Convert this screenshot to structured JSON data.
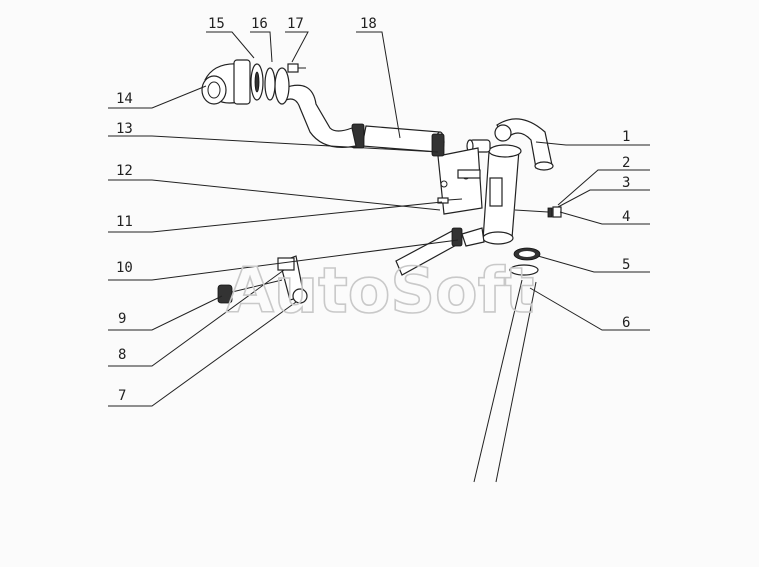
{
  "callouts": [
    {
      "id": "1",
      "label": "1"
    },
    {
      "id": "2",
      "label": "2"
    },
    {
      "id": "3",
      "label": "3"
    },
    {
      "id": "4",
      "label": "4"
    },
    {
      "id": "5",
      "label": "5"
    },
    {
      "id": "6",
      "label": "6"
    },
    {
      "id": "7",
      "label": "7"
    },
    {
      "id": "8",
      "label": "8"
    },
    {
      "id": "9",
      "label": "9"
    },
    {
      "id": "10",
      "label": "10"
    },
    {
      "id": "11",
      "label": "11"
    },
    {
      "id": "12",
      "label": "12"
    },
    {
      "id": "13",
      "label": "13"
    },
    {
      "id": "14",
      "label": "14"
    },
    {
      "id": "15",
      "label": "15"
    },
    {
      "id": "16",
      "label": "16"
    },
    {
      "id": "17",
      "label": "17"
    },
    {
      "id": "18",
      "label": "18"
    }
  ],
  "watermark": "AutoSoft",
  "colors": {
    "line": "#222222",
    "background": "#fbfbfb",
    "watermark": "#c9c9c9"
  }
}
